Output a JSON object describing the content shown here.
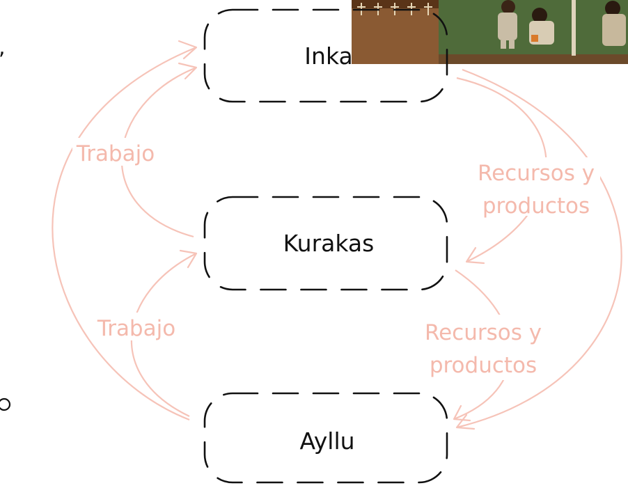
{
  "diagram": {
    "nodes": {
      "inka": "Inka",
      "kurakas": "Kurakas",
      "ayllu": "Ayllu"
    },
    "flows": {
      "labor_kurakas_to_inka": "Trabajo",
      "labor_ayllu_to_kurakas": "Trabajo",
      "resources_inka_to_kurakas_line1": "Recursos y",
      "resources_inka_to_kurakas_line2": "productos",
      "resources_kurakas_to_ayllu_line1": "Recursos y",
      "resources_kurakas_to_ayllu_line2": "productos"
    },
    "colors": {
      "flow": "#f6c3b8",
      "flow_text": "#f4b9ac",
      "node_text": "#111111"
    }
  },
  "illustration": {
    "description_icon": "weaving-illustration-icon"
  }
}
